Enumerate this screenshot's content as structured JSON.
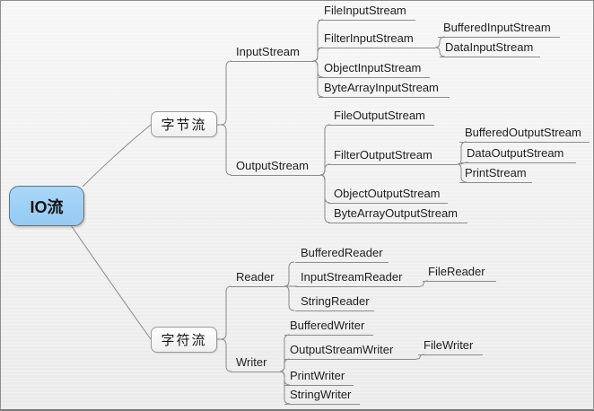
{
  "diagram_type": "mindmap",
  "root": {
    "label": "IO流"
  },
  "branches": {
    "byte": {
      "label": "字节流",
      "children": {
        "input": {
          "label": "InputStream",
          "children": {
            "file": {
              "label": "FileInputStream"
            },
            "filter": {
              "label": "FilterInputStream",
              "children": {
                "buffered": {
                  "label": "BufferedInputStream"
                },
                "data": {
                  "label": "DataInputStream"
                }
              }
            },
            "object": {
              "label": "ObjectInputStream"
            },
            "bytearray": {
              "label": "ByteArrayInputStream"
            }
          }
        },
        "output": {
          "label": "OutputStream",
          "children": {
            "file": {
              "label": "FileOutputStream"
            },
            "filter": {
              "label": "FilterOutputStream",
              "children": {
                "buffered": {
                  "label": "BufferedOutputStream"
                },
                "data": {
                  "label": "DataOutputStream"
                },
                "print": {
                  "label": "PrintStream"
                }
              }
            },
            "object": {
              "label": "ObjectOutputStream"
            },
            "bytearray": {
              "label": "ByteArrayOutputStream"
            }
          }
        }
      }
    },
    "char": {
      "label": "字符流",
      "children": {
        "reader": {
          "label": "Reader",
          "children": {
            "buffered": {
              "label": "BufferedReader"
            },
            "inputstreamreader": {
              "label": "InputStreamReader",
              "children": {
                "file": {
                  "label": "FileReader"
                }
              }
            },
            "string": {
              "label": "StringReader"
            }
          }
        },
        "writer": {
          "label": "Writer",
          "children": {
            "buffered": {
              "label": "BufferedWriter"
            },
            "outputstreamwriter": {
              "label": "OutputStreamWriter",
              "children": {
                "file": {
                  "label": "FileWriter"
                }
              }
            },
            "print": {
              "label": "PrintWriter"
            },
            "string": {
              "label": "StringWriter"
            }
          }
        }
      }
    }
  },
  "colors": {
    "root_fill": "#9fd0f6",
    "root_border": "#6e6e6e",
    "branch_border": "#9a9a9a",
    "line": "#8a8a8a",
    "text": "#1e1e1e",
    "background": "#f0f0f0"
  }
}
